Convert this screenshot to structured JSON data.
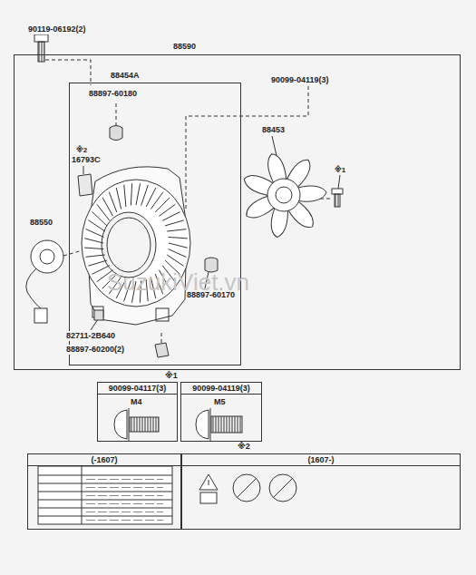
{
  "diagram": {
    "nodes": [
      {
        "text": [
          "88590"
        ]
      },
      {
        "text": [
          "88454A"
        ],
        "in": 0
      },
      {
        "text": [
          "※1"
        ]
      },
      {
        "text": [
          "90099-04117(3)",
          "M4"
        ],
        "in": 2
      },
      {
        "text": [
          "90099-04119(3)",
          "M5"
        ],
        "in": 2
      },
      {
        "text": [
          "※2"
        ]
      },
      {
        "text": [
          "(-1607)"
        ],
        "in": 5
      },
      {
        "text": [
          "(1607-)"
        ],
        "in": 5
      }
    ],
    "labels": [
      "90119-06192(2)",
      "88897-60180",
      "90099-04119(3)",
      "88453",
      "※2",
      "16793C",
      "※1",
      "88550",
      "88897-60170",
      "82711-2B640",
      "88897-60200(2)",
      "SuzukiViet.vn"
    ]
  }
}
